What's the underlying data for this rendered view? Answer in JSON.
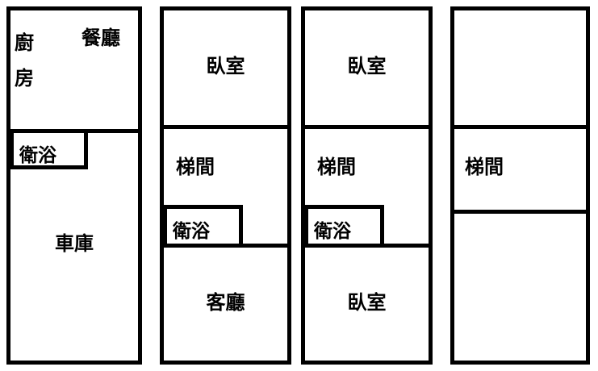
{
  "diagram": {
    "kind": "floor-plan",
    "line_color": "#000000",
    "background_color": "#ffffff"
  },
  "panels": [
    {
      "name": "unit-1",
      "rooms": {
        "kitchen": "廚房",
        "dining": "餐廳",
        "bath": "衛浴",
        "garage": "車庫"
      }
    },
    {
      "name": "unit-2",
      "rooms": {
        "bedroom_top": "臥室",
        "stair": "梯間",
        "bath": "衛浴",
        "living": "客廳"
      }
    },
    {
      "name": "unit-3",
      "rooms": {
        "bedroom_top": "臥室",
        "stair": "梯間",
        "bath": "衛浴",
        "bedroom_bottom": "臥室"
      }
    },
    {
      "name": "unit-4",
      "rooms": {
        "stair": "梯間"
      }
    }
  ]
}
